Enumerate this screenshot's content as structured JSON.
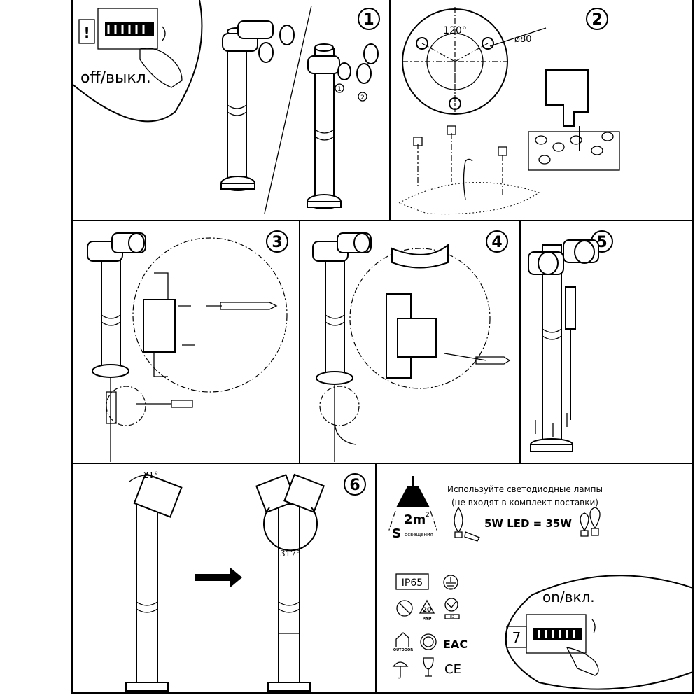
{
  "steps": [
    "1",
    "2",
    "3",
    "4",
    "5",
    "6",
    "7"
  ],
  "panel1": {
    "warning_mark": "!",
    "off_label": "off/выкл.",
    "cap_labels": [
      "1",
      "2"
    ]
  },
  "panel2": {
    "angle_label": "120°",
    "diameter_label": "ø80"
  },
  "panel6": {
    "tilt_angle": "21°",
    "rotation_angle": "317°"
  },
  "info": {
    "area_value": "2m",
    "area_sup": "2",
    "area_symbol": "S",
    "area_caption": "освещения",
    "led_advice_line1": "Используйте светодиодные лампы",
    "led_advice_line2": "(не входят в комплект поставки)",
    "led_equivalence": "5W LED = 35W"
  },
  "marks": {
    "ip": "IP65",
    "recycle_num": "20",
    "recycle_code": "PAP",
    "shelf_code": "82",
    "outdoor": "OUTDOOR",
    "eac": "EAC",
    "ce": "CE"
  },
  "panel7": {
    "on_label": "on/вкл."
  }
}
